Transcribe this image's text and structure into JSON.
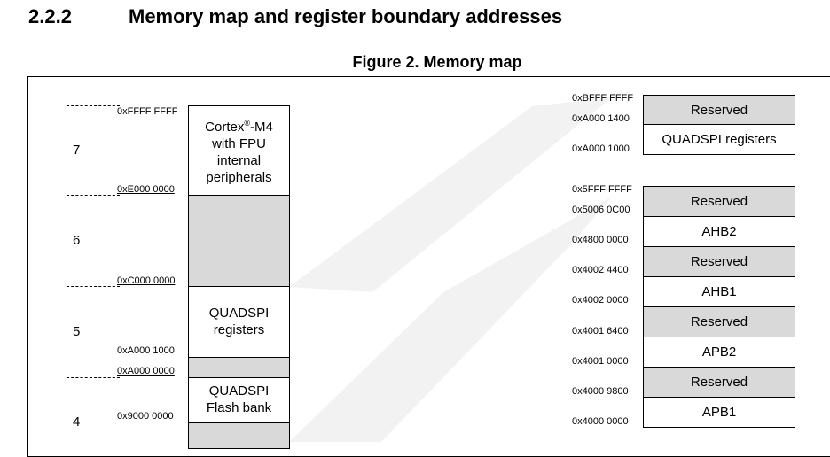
{
  "section": {
    "number": "2.2.2",
    "title": "Memory map and register boundary addresses"
  },
  "figure": {
    "caption": "Figure 2. Memory map"
  },
  "left_map": {
    "regions": [
      "7",
      "6",
      "5",
      "4"
    ],
    "addresses": {
      "a_ffff": "0xFFFF FFFF",
      "a_e000": "0xE000 0000",
      "a_c000": "0xC000 0000",
      "a_a000_1000": "0xA000 1000",
      "a_a000_0000": "0xA000 0000",
      "a_9000": "0x9000 0000"
    },
    "blocks": {
      "cortex_prefix": "Cortex",
      "cortex_sup": "®",
      "cortex_suffix": "-M4",
      "cortex_line2": "with FPU",
      "cortex_line3": "internal",
      "cortex_line4": "peripherals",
      "quadspi_regs_line1": "QUADSPI",
      "quadspi_regs_line2": "registers",
      "quadspi_flash_line1": "QUADSPI",
      "quadspi_flash_line2": "Flash bank"
    }
  },
  "right_map_top": {
    "addresses": [
      "0xBFFF FFFF",
      "0xA000 1400",
      "0xA000 1000"
    ],
    "blocks": [
      "Reserved",
      "QUADSPI registers"
    ]
  },
  "right_map_bottom": {
    "addresses": [
      "0x5FFF FFFF",
      "0x5006 0C00",
      "0x4800 0000",
      "0x4002 4400",
      "0x4002 0000",
      "0x4001 6400",
      "0x4001 0000",
      "0x4000 9800",
      "0x4000 0000"
    ],
    "blocks": [
      "Reserved",
      "AHB2",
      "Reserved",
      "AHB1",
      "Reserved",
      "APB2",
      "Reserved",
      "APB1"
    ]
  },
  "colors": {
    "reserved_fill": "#d9d9d9",
    "connector_fill": "#f2f2f2"
  }
}
